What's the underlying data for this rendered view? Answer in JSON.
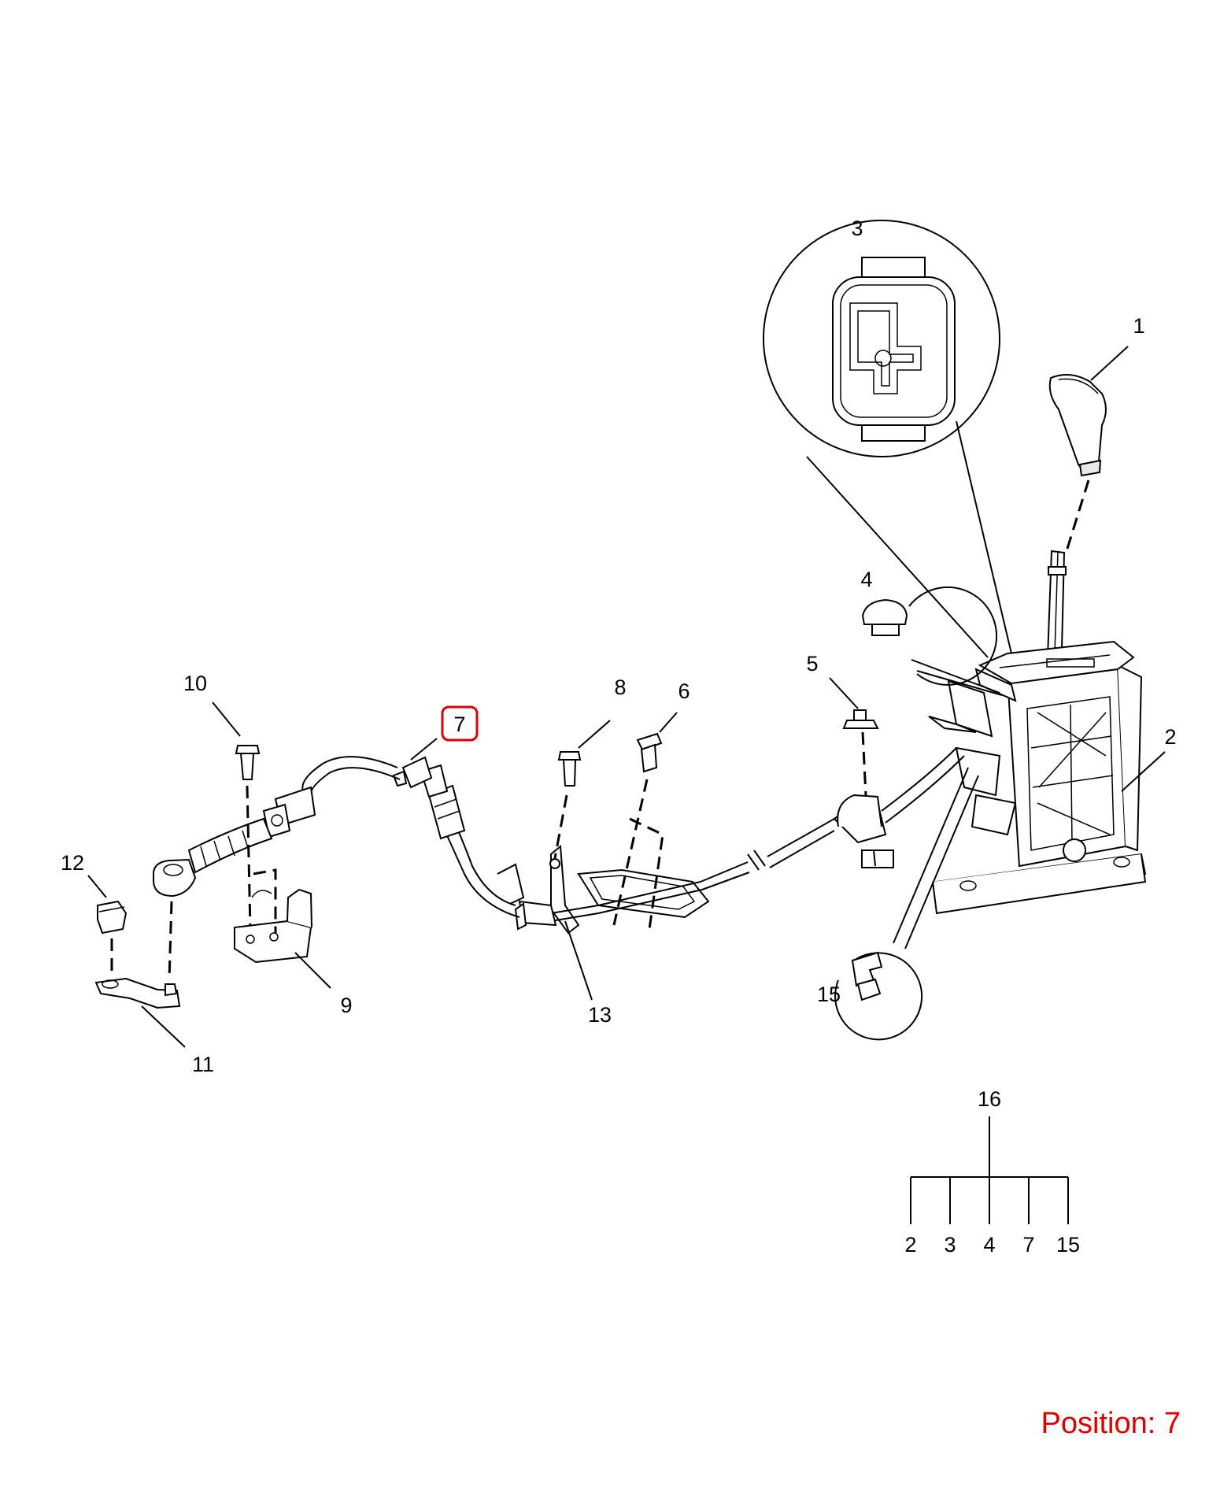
{
  "callouts": {
    "c1": "1",
    "c2": "2",
    "c3": "3",
    "c4": "4",
    "c5": "5",
    "c6": "6",
    "c7": "7",
    "c8": "8",
    "c9": "9",
    "c10": "10",
    "c11": "11",
    "c12": "12",
    "c13": "13",
    "c15": "15",
    "c16": "16"
  },
  "kit": {
    "parent": "16",
    "children": [
      "2",
      "3",
      "4",
      "7",
      "15"
    ]
  },
  "highlight": {
    "callout": "7",
    "color": "#e00000"
  },
  "position_label": "Position: 7",
  "colors": {
    "line": "#000000",
    "accent": "#e00000",
    "background": "#ffffff"
  }
}
